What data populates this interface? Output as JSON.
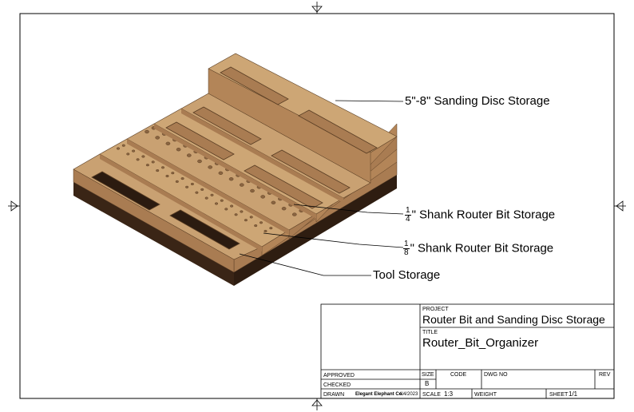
{
  "callouts": {
    "sanding": "5\"-8\" Sanding Disc Storage",
    "quarter_num": "1",
    "quarter_den": "4",
    "quarter_text": "\" Shank Router Bit Storage",
    "eighth_num": "1",
    "eighth_den": "8",
    "eighth_text": "\" Shank Router Bit Storage",
    "tool": "Tool Storage"
  },
  "title_block": {
    "project_label": "PROJECT",
    "project": "Router Bit and Sanding Disc Storage",
    "title_label": "TITLE",
    "title": "Router_Bit_Organizer",
    "approved_label": "APPROVED",
    "checked_label": "CHECKED",
    "drawn_label": "DRAWN",
    "drawn_by": "Elegant Elephant Co.",
    "drawn_date": "4/4/2023",
    "size_label": "SIZE",
    "size": "B",
    "code_label": "CODE",
    "dwg_label": "DWG NO",
    "rev_label": "REV",
    "scale_label": "SCALE",
    "scale": "1:3",
    "weight_label": "WEIGHT",
    "sheet_label": "SHEET",
    "sheet": "1/1"
  },
  "colors": {
    "wood_top": "#c9a172",
    "wood_face": "#a97c52",
    "wood_dark": "#3a2516",
    "slot_fill": "#2b1b10"
  }
}
